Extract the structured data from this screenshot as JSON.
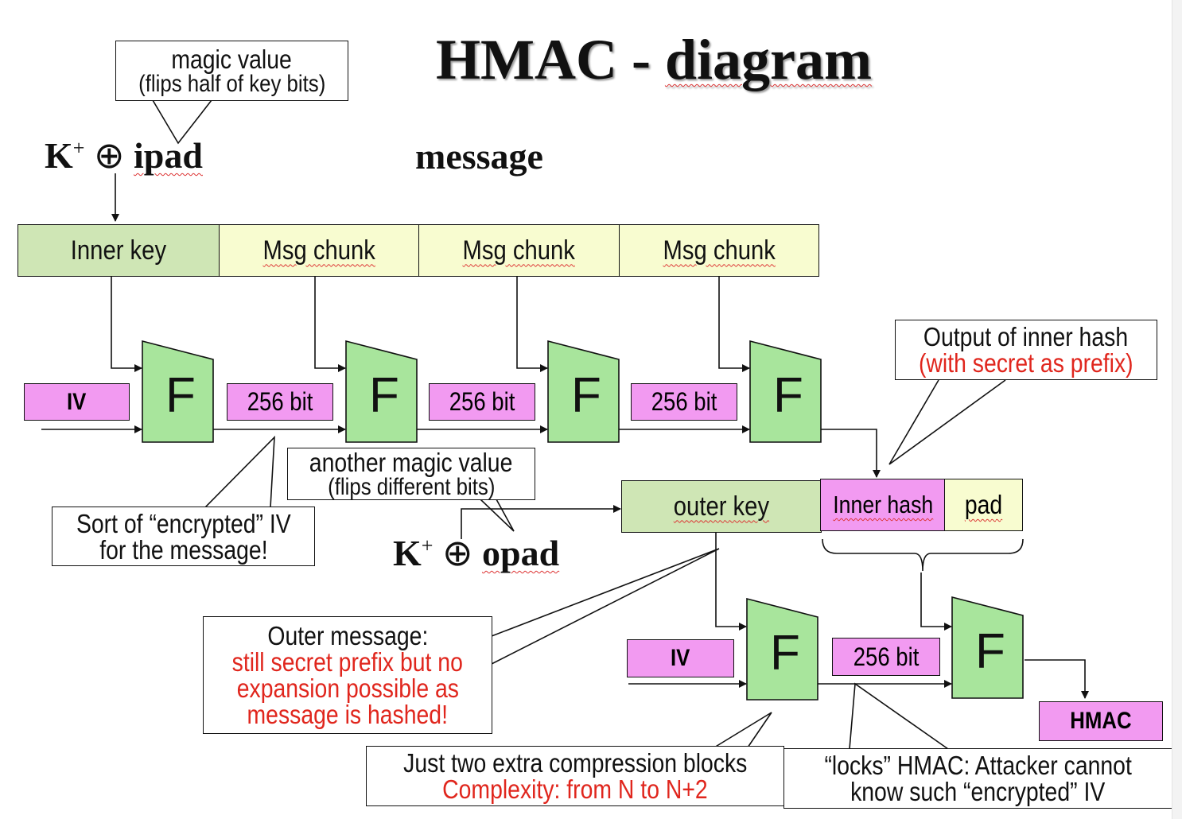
{
  "title": {
    "word1": "HMAC",
    "dash": "-",
    "word2": "diagram"
  },
  "callouts": {
    "magic_value": {
      "line1": "magic value",
      "line2": "(flips half of key bits)"
    },
    "another_magic": {
      "line1": "another magic value",
      "line2": "(flips different bits)"
    },
    "sort_of": {
      "line1": "Sort of “encrypted” IV",
      "line2": "for the message!"
    },
    "output_inner": {
      "line1": "Output of inner hash",
      "line2": "(with secret as prefix)"
    },
    "outer_message": {
      "line1": "Outer message:",
      "line2": "still secret prefix but no",
      "line3": "expansion possible as",
      "line4": "message is hashed!"
    },
    "two_extra": {
      "line1": "Just two extra compression blocks",
      "line2": "Complexity: from N to N+2"
    },
    "locks": {
      "line1": "“locks” HMAC: Attacker cannot",
      "line2": "know such “encrypted” IV"
    }
  },
  "formulas": {
    "ipad": {
      "k": "K",
      "sup": "+",
      "op": "⊕",
      "word": "ipad"
    },
    "opad": {
      "k": "K",
      "sup": "+",
      "op": "⊕",
      "word": "opad"
    },
    "message": "message"
  },
  "blocks": {
    "inner_key": "Inner key",
    "msg_chunk": [
      "Msg chunk",
      "Msg chunk",
      "Msg chunk"
    ],
    "outer_key": "outer key",
    "inner_hash": "Inner hash",
    "pad": "pad",
    "iv_top": "IV",
    "iv_bottom": "IV",
    "bit_labels": [
      "256 bit",
      "256 bit",
      "256 bit",
      "256 bit"
    ],
    "hmac": "HMAC",
    "f_label": "F"
  },
  "colors": {
    "green": "#cfe6b5",
    "yellow": "#f8fcd0",
    "pink": "#f29af1",
    "red_text": "#e0261d",
    "f_fill": "#a8e59c"
  }
}
